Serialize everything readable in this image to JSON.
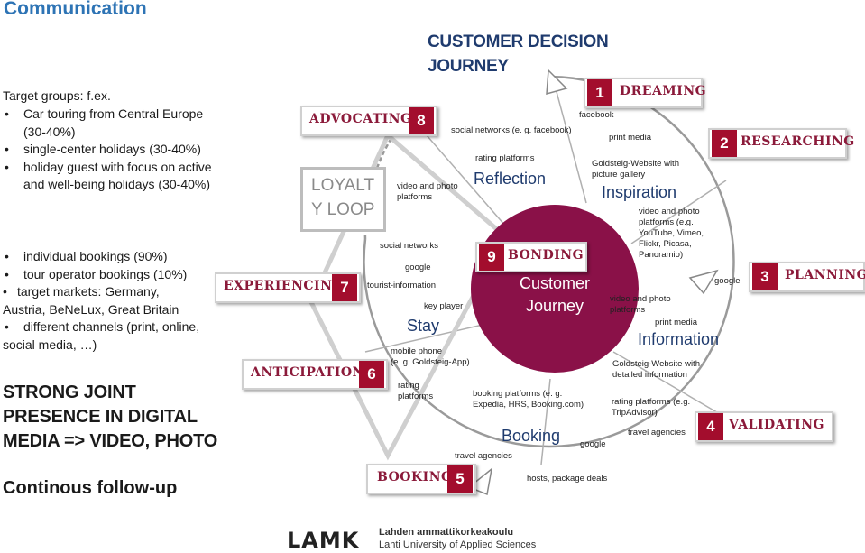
{
  "title": "Communication",
  "journey_title_line1": "CUSTOMER DECISION",
  "journey_title_line2": "JOURNEY",
  "target_groups_label": "Target groups: f.ex.",
  "target_groups": [
    "Car touring from Central Europe (30-40%)",
    "single-center holidays (30-40%)",
    "holiday guest with focus on active and well-being holidays (30-40%)"
  ],
  "bookings": [
    "individual bookings (90%)",
    "tour operator bookings (10%)",
    "target markets: Germany,",
    "Austria, BeNeLux, Great Britain",
    "different channels (print, online,",
    "social media, …)"
  ],
  "strong_line1": "STRONG JOINT",
  "strong_line2": "PRESENCE IN DIGITAL",
  "strong_line3": "MEDIA => VIDEO, PHOTO",
  "follow_up": "Continous follow-up",
  "loyalty_line1": "LOYALT",
  "loyalty_line2": "Y LOOP",
  "center_line1": "Customer",
  "center_line2": "Journey",
  "steps": [
    {
      "num": "1",
      "label": "DREAMING"
    },
    {
      "num": "2",
      "label": "RESEARCHING"
    },
    {
      "num": "3",
      "label": "PLANNING"
    },
    {
      "num": "4",
      "label": "VALIDATING"
    },
    {
      "num": "5",
      "label": "BOOKING"
    },
    {
      "num": "6",
      "label": "ANTICIPATION"
    },
    {
      "num": "7",
      "label": "EXPERIENCING"
    },
    {
      "num": "8",
      "label": "ADVOCATING"
    },
    {
      "num": "9",
      "label": "BONDING"
    }
  ],
  "segments": {
    "reflection": "Reflection",
    "inspiration": "Inspiration",
    "information": "Information",
    "booking": "Booking",
    "stay": "Stay"
  },
  "notes": {
    "facebook": "facebook",
    "print_media_top": "print media",
    "social_networks_fb": "social networks (e. g. facebook)",
    "rating_platforms_top": "rating platforms",
    "goldsteig_gallery_1": "Goldsteig-Website with",
    "goldsteig_gallery_2": "picture gallery",
    "video_photo_left_1": "video and photo",
    "video_photo_left_2": "platforms",
    "video_photo_right_1": "video and photo",
    "video_photo_right_2": "platforms (e.g.",
    "video_photo_right_3": "YouTube, Vimeo,",
    "video_photo_right_4": "Flickr, Picasa,",
    "video_photo_right_5": "Panoramio)",
    "social_networks": "social networks",
    "google_left": "google",
    "tourist_information": "tourist-information",
    "key_player": "key player",
    "google_right": "google",
    "video_photo_info_1": "video and photo",
    "video_photo_info_2": "platforms",
    "print_media_mid": "print media",
    "mobile_phone_1": "mobile phone",
    "mobile_phone_2": "(e. g. Goldsteig-App)",
    "goldsteig_detail_1": "Goldsteig-Website with",
    "goldsteig_detail_2": "detailed information",
    "rating_platforms_left_1": "rating",
    "rating_platforms_left_2": "platforms",
    "booking_platforms_1": "booking platforms (e. g.",
    "booking_platforms_2": "Expedia, HRS, Booking.com)",
    "rating_tripadvisor_1": "rating platforms (e.g.",
    "rating_tripadvisor_2": "TripAdvisor)",
    "travel_agencies_right": "travel agencies",
    "google_bottom": "google",
    "travel_agencies_left": "travel agencies",
    "hosts": "hosts, package deals"
  },
  "footer_logo": "LAMK",
  "footer_fi": "Lahden ammattikorkeakoulu",
  "footer_en": "Lahti University of Applied Sciences",
  "colors": {
    "title_blue": "#2e74b5",
    "navy": "#1f3b6e",
    "maroon": "#a30d2d",
    "center": "#8a1148"
  }
}
